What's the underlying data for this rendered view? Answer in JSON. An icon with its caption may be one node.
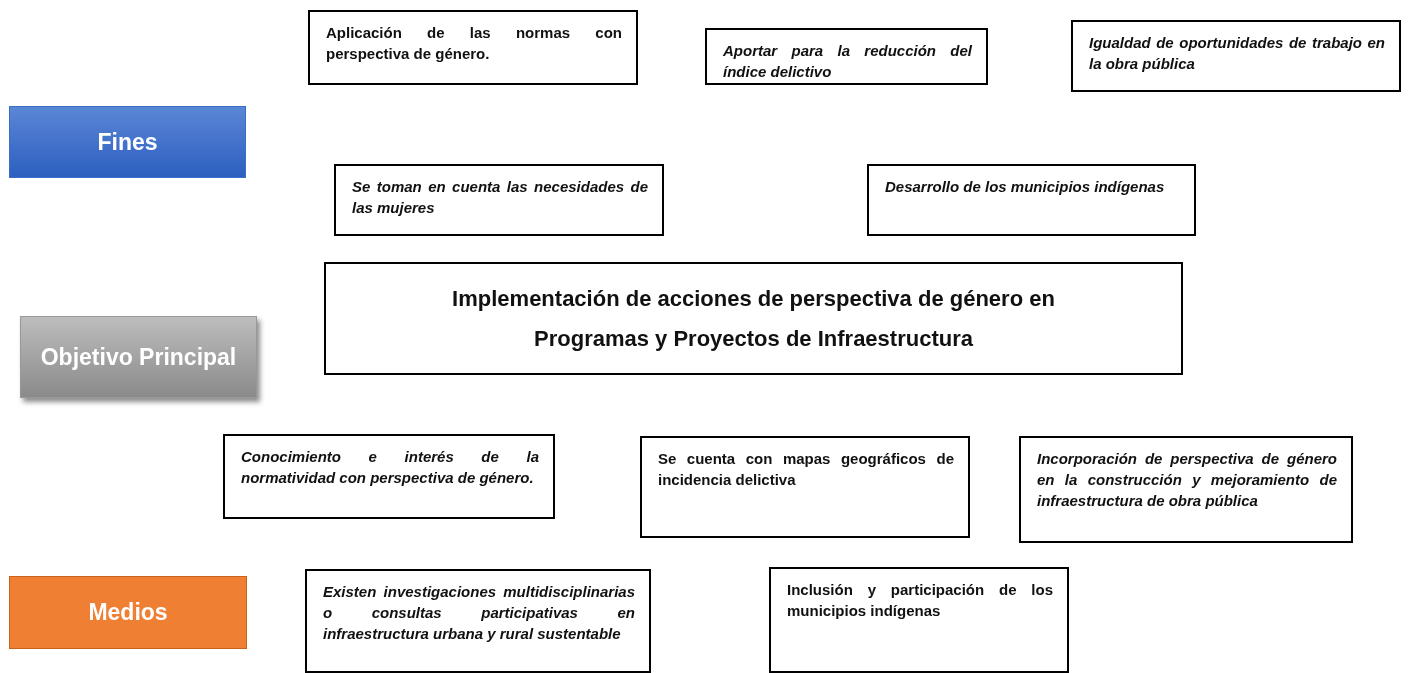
{
  "diagram": {
    "nodes": [
      {
        "text": [
          "Aplicación de las normas con perspectiva de género."
        ]
      },
      {
        "text": [
          "Aportar para la reducción del índice delictivo"
        ]
      },
      {
        "text": [
          "Igualdad de oportunidades de trabajo en la obra pública"
        ]
      },
      {
        "text": [
          "Fines"
        ]
      },
      {
        "text": [
          "Se toman en cuenta las necesidades de las mujeres"
        ]
      },
      {
        "text": [
          "Desarrollo de los municipios indígenas"
        ]
      },
      {
        "text": [
          "Implementación de acciones de perspectiva de género en Programas y Proyectos de Infraestructura"
        ]
      },
      {
        "text": [
          "Objetivo Principal"
        ]
      },
      {
        "text": [
          "Conocimiento e interés de la normatividad con perspectiva de género."
        ]
      },
      {
        "text": [
          "Se cuenta con mapas geográficos de incidencia delictiva"
        ]
      },
      {
        "text": [
          "Incorporación de perspectiva de género en la construcción y mejoramiento de infraestructura de obra pública"
        ]
      },
      {
        "text": [
          "Medios"
        ]
      },
      {
        "text": [
          "Existen investigaciones multidisciplinarias o consultas participativas en infraestructura urbana y rural sustentable"
        ]
      },
      {
        "text": [
          "Inclusión y participación de los municipios indígenas"
        ]
      }
    ],
    "edges": []
  }
}
